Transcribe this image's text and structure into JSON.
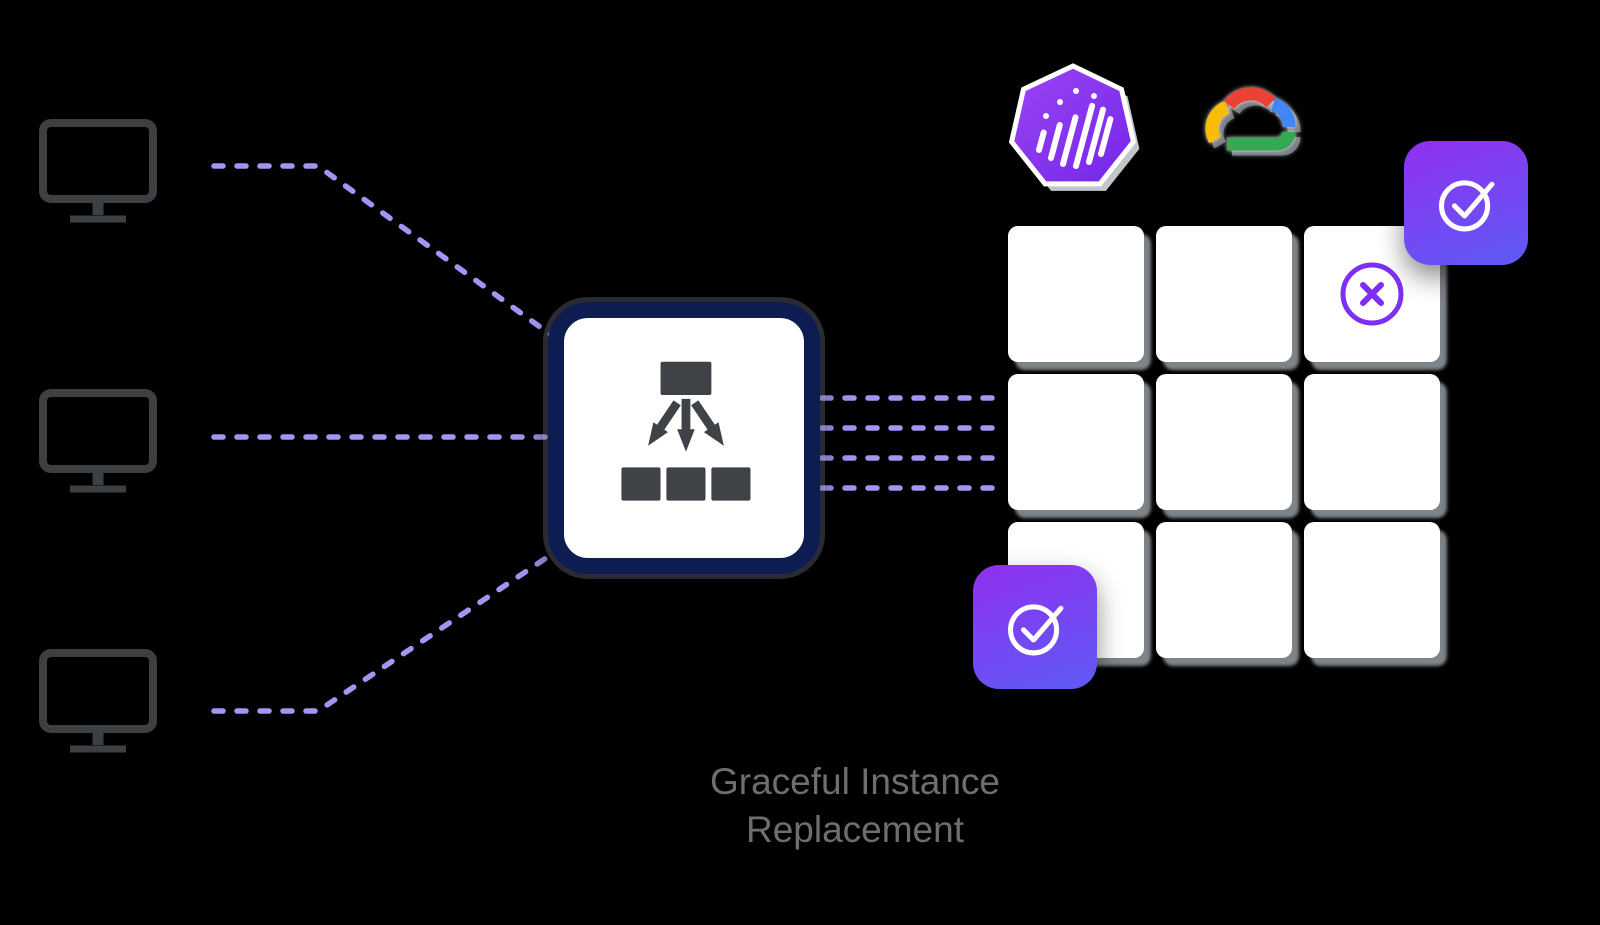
{
  "caption": {
    "text": "Graceful Instance Replacement"
  },
  "clients": {
    "count": 3,
    "icon": "desktop-monitor-icon"
  },
  "load_balancer": {
    "icon": "load-balancer-tree-icon"
  },
  "logos": {
    "left": "heptagon-logo",
    "right": "google-cloud-logo"
  },
  "instance_grid": {
    "rows": 3,
    "cols": 3,
    "failing_cell": "row-1-col-3",
    "failing_icon": "x-circle",
    "replacement_icon": "check-circle",
    "replacement_badges": 2
  },
  "colors": {
    "background": "#000000",
    "connector_purple": "#a495f2",
    "accent_purple": "#7e2ff1",
    "badge_gradient_start": "#9030ef",
    "badge_gradient_end": "#5e5bf6",
    "lb_border_navy": "#0d1d52",
    "icon_gray": "#3f4347",
    "monitor_gray": "#3c4043",
    "caption_gray": "#6e6e6e",
    "cell_shadow_gray": "#8a8f94",
    "gcp_blue": "#4285f4",
    "gcp_red": "#ea4335",
    "gcp_yellow": "#fbbc05",
    "gcp_green": "#34a853"
  }
}
